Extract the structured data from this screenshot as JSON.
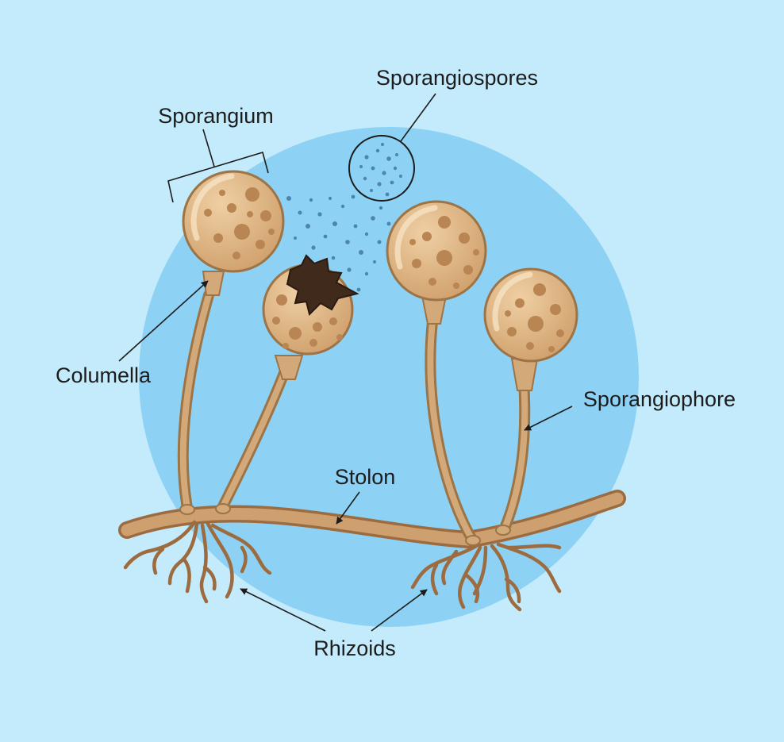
{
  "labels": {
    "sporangium": "Sporangium",
    "sporangiospores": "Sporangiospores",
    "columella": "Columella",
    "sporangiophore": "Sporangiophore",
    "stolon": "Stolon",
    "rhizoids": "Rhizoids"
  },
  "colors": {
    "background": "#c4ebfb",
    "circle": "#8dd2f5",
    "sporangium_fill": "#d9ae7c",
    "sporangium_spots": "#b98553",
    "stalk": "#d4a97a",
    "outline": "#9c7446",
    "spores": "#4e84b0"
  }
}
